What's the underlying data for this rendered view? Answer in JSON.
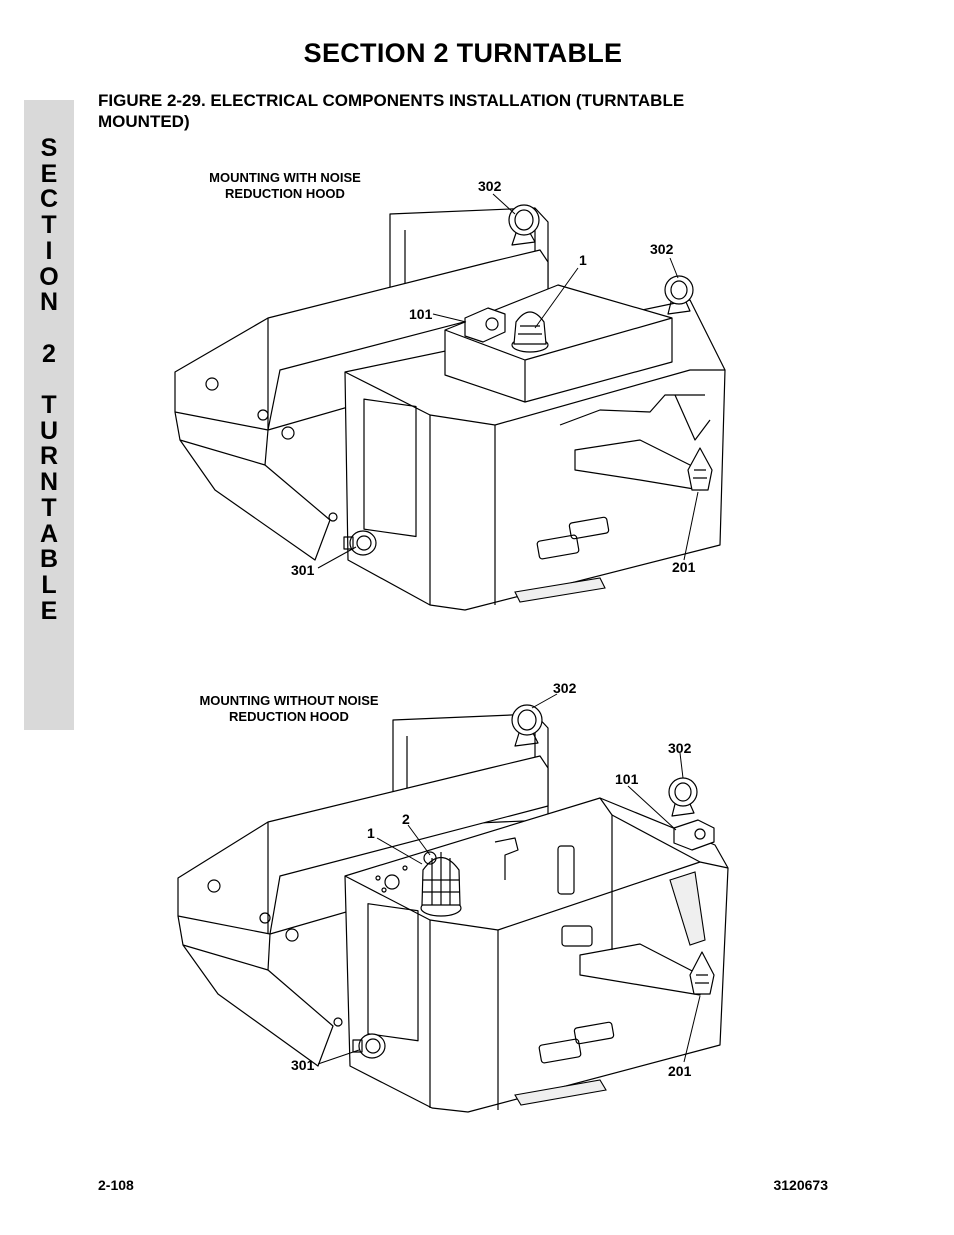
{
  "header": {
    "title": "SECTION 2   TURNTABLE",
    "figure_caption": "FIGURE 2-29.  ELECTRICAL COMPONENTS INSTALLATION (TURNTABLE MOUNTED)"
  },
  "side_tab": {
    "text": "S\nE\nC\nT\nI\nO\nN\n\n2\n\nT\nU\nR\nN\nT\nA\nB\nL\nE"
  },
  "figures": {
    "top": {
      "caption_line1": "MOUNTING WITH NOISE",
      "caption_line2": "REDUCTION HOOD",
      "callouts": {
        "c302a": "302",
        "c302b": "302",
        "c1": "1",
        "c101": "101",
        "c301": "301",
        "c201": "201"
      }
    },
    "bottom": {
      "caption_line1": "MOUNTING WITHOUT NOISE",
      "caption_line2": "REDUCTION HOOD",
      "callouts": {
        "c302a": "302",
        "c302b": "302",
        "c101": "101",
        "c1": "1",
        "c2": "2",
        "c301": "301",
        "c201": "201"
      }
    }
  },
  "footer": {
    "page_number": "2-108",
    "doc_number": "3120673"
  }
}
